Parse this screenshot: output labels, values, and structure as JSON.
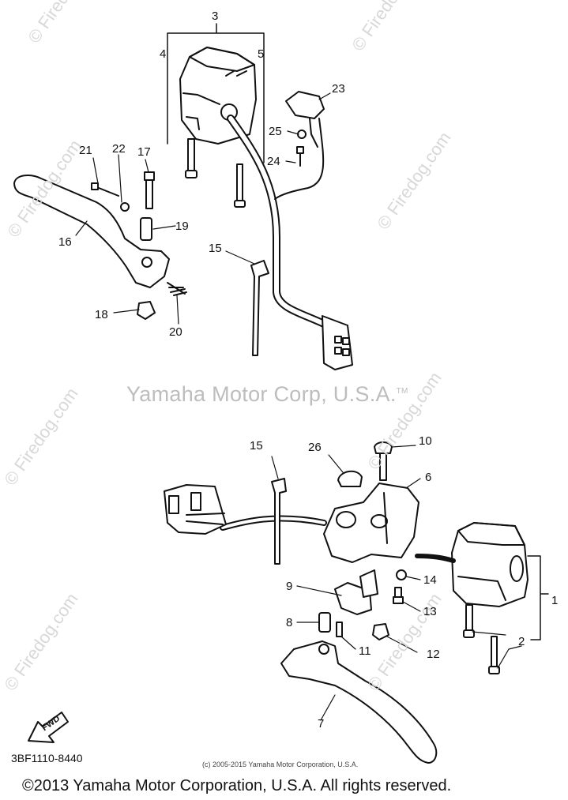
{
  "watermarks": {
    "site": "© Firedog.com",
    "center": "Yamaha Motor Corp, U.S.A.",
    "center_tm": "TM"
  },
  "callouts": {
    "top": [
      "3",
      "4",
      "5",
      "23",
      "25",
      "24",
      "21",
      "22",
      "17",
      "19",
      "16",
      "15",
      "18",
      "20"
    ],
    "bottom": [
      "15",
      "26",
      "10",
      "6",
      "9",
      "14",
      "13",
      "1",
      "8",
      "11",
      "12",
      "2",
      "7"
    ]
  },
  "fwd_label": "FWD",
  "part_number": "3BF1110-8440",
  "small_copyright": "(c) 2005-2015 Yamaha Motor Corporation, U.S.A.",
  "footer": "©2013 Yamaha Motor Corporation, U.S.A. All rights reserved."
}
